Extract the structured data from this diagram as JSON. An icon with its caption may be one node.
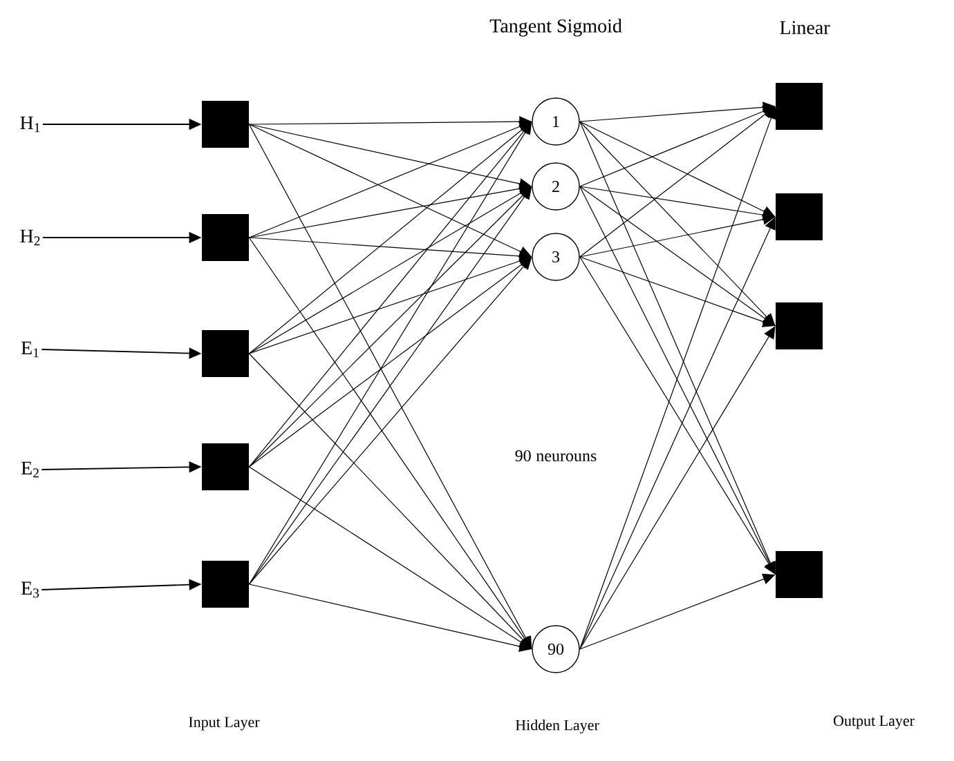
{
  "diagram": {
    "nodes": [
      {
        "text": [
          "H$_{1}$"
        ]
      },
      {
        "text": [
          "H$_{2}$"
        ]
      },
      {
        "text": [
          "E$_{1}$"
        ]
      },
      {
        "text": [
          "E$_{2}$"
        ]
      },
      {
        "text": [
          "E$_{3}$"
        ]
      },
      {
        "text": [],
        "shape": "box"
      },
      {
        "text": [],
        "shape": "box"
      },
      {
        "text": [],
        "shape": "box"
      },
      {
        "text": [],
        "shape": "box"
      },
      {
        "text": [],
        "shape": "box"
      },
      {
        "text": [
          "1"
        ]
      },
      {
        "text": [
          "2"
        ]
      },
      {
        "text": [
          "3"
        ]
      },
      {
        "text": [
          "90"
        ]
      },
      {
        "text": [],
        "shape": "box"
      },
      {
        "text": [],
        "shape": "box"
      },
      {
        "text": [],
        "shape": "box"
      },
      {
        "text": [],
        "shape": "box"
      }
    ],
    "edges": [
      {
        "from": 0,
        "to": 5,
        "arrow": "to"
      },
      {
        "from": 1,
        "to": 6,
        "arrow": "to"
      },
      {
        "from": 2,
        "to": 7,
        "arrow": "to"
      },
      {
        "from": 3,
        "to": 8,
        "arrow": "to"
      },
      {
        "from": 4,
        "to": 9,
        "arrow": "to"
      },
      {
        "from": 5,
        "to": 10,
        "arrow": "to"
      },
      {
        "from": 5,
        "to": 11,
        "arrow": "to"
      },
      {
        "from": 5,
        "to": 12,
        "arrow": "to"
      },
      {
        "from": 5,
        "to": 13,
        "arrow": "to"
      },
      {
        "from": 6,
        "to": 10,
        "arrow": "to"
      },
      {
        "from": 6,
        "to": 11,
        "arrow": "to"
      },
      {
        "from": 6,
        "to": 12,
        "arrow": "to"
      },
      {
        "from": 6,
        "to": 13,
        "arrow": "to"
      },
      {
        "from": 7,
        "to": 10,
        "arrow": "to"
      },
      {
        "from": 7,
        "to": 11,
        "arrow": "to"
      },
      {
        "from": 7,
        "to": 12,
        "arrow": "to"
      },
      {
        "from": 7,
        "to": 13,
        "arrow": "to"
      },
      {
        "from": 8,
        "to": 10,
        "arrow": "to"
      },
      {
        "from": 8,
        "to": 11,
        "arrow": "to"
      },
      {
        "from": 8,
        "to": 12,
        "arrow": "to"
      },
      {
        "from": 8,
        "to": 13,
        "arrow": "to"
      },
      {
        "from": 9,
        "to": 10,
        "arrow": "to"
      },
      {
        "from": 9,
        "to": 11,
        "arrow": "to"
      },
      {
        "from": 9,
        "to": 12,
        "arrow": "to"
      },
      {
        "from": 9,
        "to": 13,
        "arrow": "to"
      },
      {
        "from": 10,
        "to": 14,
        "arrow": "to"
      },
      {
        "from": 10,
        "to": 15,
        "arrow": "to"
      },
      {
        "from": 10,
        "to": 16,
        "arrow": "to"
      },
      {
        "from": 10,
        "to": 17,
        "arrow": "to"
      },
      {
        "from": 11,
        "to": 14,
        "arrow": "to"
      },
      {
        "from": 11,
        "to": 15,
        "arrow": "to"
      },
      {
        "from": 11,
        "to": 16,
        "arrow": "to"
      },
      {
        "from": 11,
        "to": 17,
        "arrow": "to"
      },
      {
        "from": 12,
        "to": 14,
        "arrow": "to"
      },
      {
        "from": 12,
        "to": 15,
        "arrow": "to"
      },
      {
        "from": 12,
        "to": 16,
        "arrow": "to"
      },
      {
        "from": 12,
        "to": 17,
        "arrow": "to"
      },
      {
        "from": 13,
        "to": 14,
        "arrow": "to"
      },
      {
        "from": 13,
        "to": 15,
        "arrow": "to"
      },
      {
        "from": 13,
        "to": 16,
        "arrow": "to"
      },
      {
        "from": 13,
        "to": 17,
        "arrow": "to"
      }
    ],
    "labels": [
      "Tangent Sigmoid",
      "Linear",
      "90 neurouns",
      "Input Layer",
      "Hidden Layer",
      "Output Layer"
    ]
  }
}
